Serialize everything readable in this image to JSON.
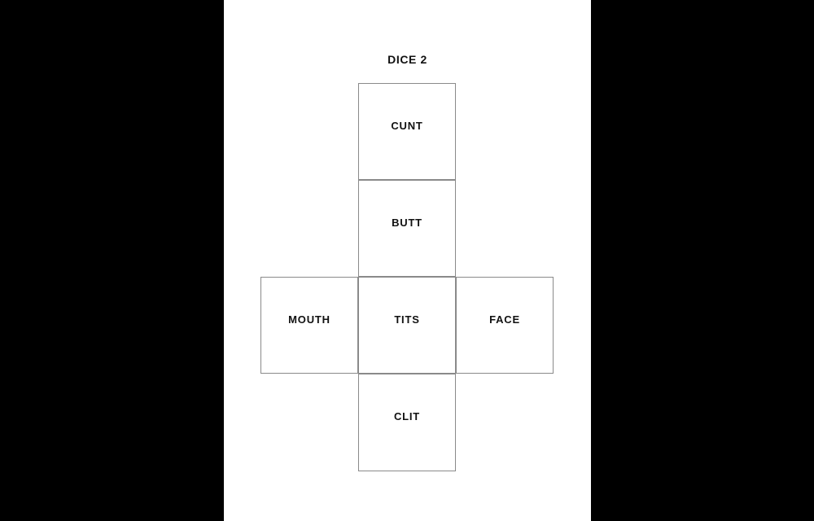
{
  "page": {
    "title": "DICE 2",
    "background_color": "#000000",
    "panel_color": "#ffffff",
    "border_color": "#8a8a8a",
    "text_color": "#111111"
  },
  "net": {
    "shape": "cube-net-cross",
    "column": [
      {
        "id": "face-top",
        "label": "CUNT"
      },
      {
        "id": "face-upper",
        "label": "BUTT"
      },
      {
        "id": "face-center",
        "label": "TITS"
      },
      {
        "id": "face-bottom",
        "label": "CLIT"
      }
    ],
    "arms": [
      {
        "id": "face-left",
        "label": "MOUTH"
      },
      {
        "id": "face-right",
        "label": "FACE"
      }
    ]
  }
}
